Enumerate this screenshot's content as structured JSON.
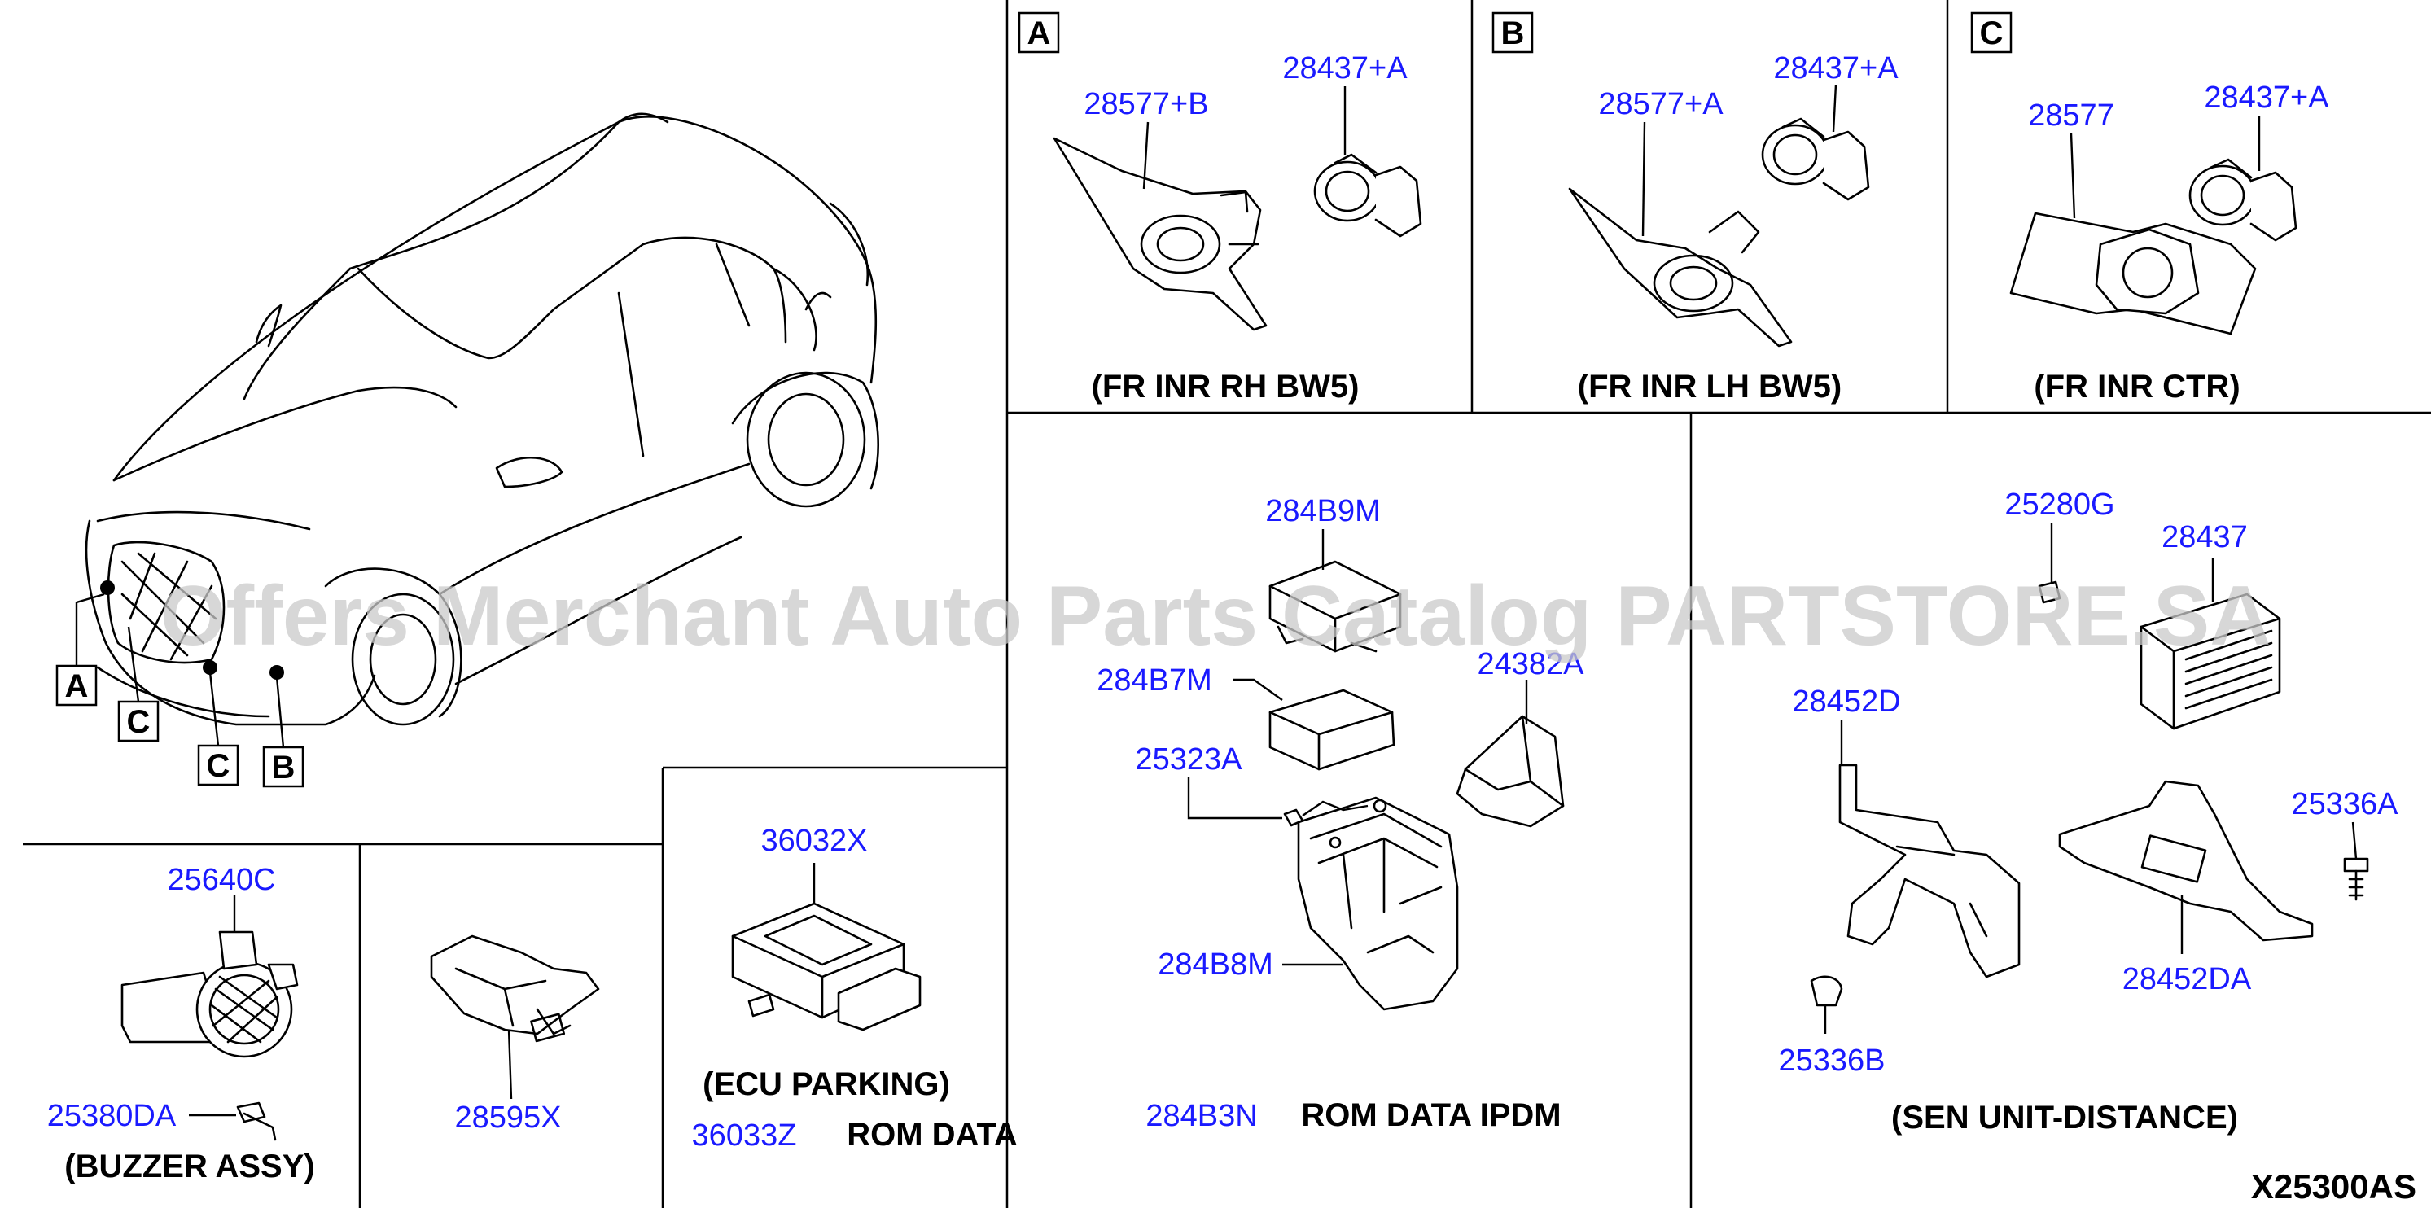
{
  "diagram": {
    "code": "X25300AS",
    "watermark": "Offers Merchant Auto Parts Catalog PARTSTORE.SA",
    "vehicle_callouts": [
      "A",
      "C",
      "C",
      "B"
    ],
    "panels": {
      "a": {
        "letter": "A",
        "caption": "(FR INR RH BW5)",
        "parts": [
          "28577+B",
          "28437+A"
        ]
      },
      "b": {
        "letter": "B",
        "caption": "(FR INR LH BW5)",
        "parts": [
          "28577+A",
          "28437+A"
        ]
      },
      "c": {
        "letter": "C",
        "caption": "(FR INR CTR)",
        "parts": [
          "28577",
          "28437+A"
        ]
      },
      "ipdm": {
        "caption_part": "284B3N",
        "caption": "ROM DATA IPDM",
        "parts": [
          "284B9M",
          "284B7M",
          "24382A",
          "25323A",
          "284B8M"
        ]
      },
      "sensor": {
        "caption": "(SEN UNIT-DISTANCE)",
        "parts": [
          "25280G",
          "28437",
          "28452D",
          "25336A",
          "28452DA",
          "25336B"
        ]
      },
      "buzzer": {
        "caption": "(BUZZER ASSY)",
        "parts": [
          "25640C",
          "25380DA"
        ]
      },
      "mid": {
        "parts": [
          "28595X"
        ]
      },
      "ecu": {
        "caption": "(ECU PARKING)",
        "parts": [
          "36032X"
        ],
        "rom_part": "36033Z",
        "rom_label": "ROM DATA"
      }
    }
  }
}
